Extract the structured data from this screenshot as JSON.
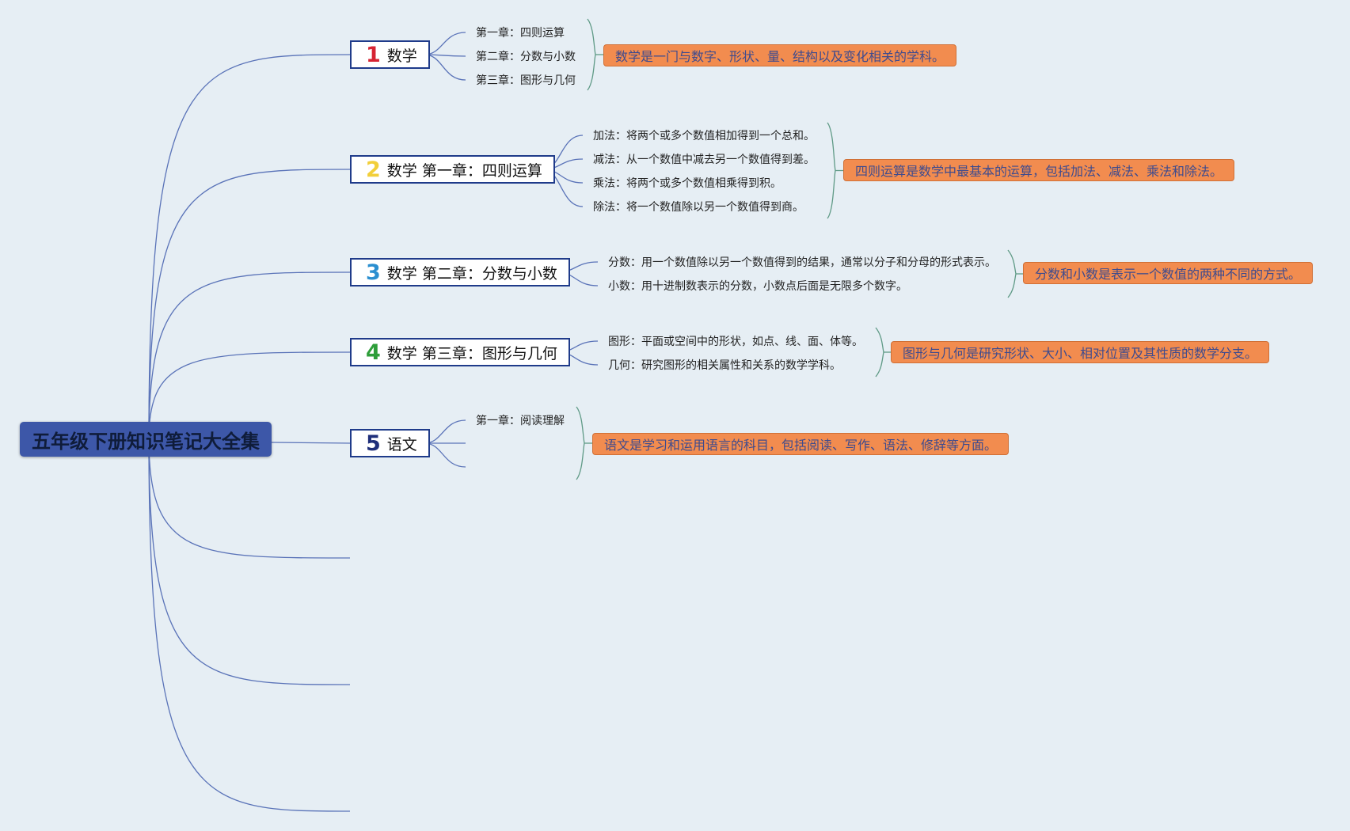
{
  "root": {
    "label": "五年级下册知识笔记大全集"
  },
  "colors": {
    "background": "#e6eef4",
    "root_fill": "#3d57a8",
    "topic_border": "#1f3b8a",
    "connector": "#5a73b8",
    "bracket": "#5f9a86",
    "summary_fill": "#f28c4f",
    "summary_text": "#3e4b8e",
    "num1": "#d62433",
    "num2": "#f2cf3a",
    "num3": "#2b8fd0",
    "num4": "#2e9e3a",
    "num5": "#1f2f7a"
  },
  "topics": [
    {
      "number": "1",
      "label": "数学",
      "leaves": [
        "第一章：四则运算",
        "第二章：分数与小数",
        "第三章：图形与几何"
      ],
      "summary": "数学是一门与数字、形状、量、结构以及变化相关的学科。"
    },
    {
      "number": "2",
      "label": "数学 第一章：四则运算",
      "leaves": [
        "加法：将两个或多个数值相加得到一个总和。",
        "减法：从一个数值中减去另一个数值得到差。",
        "乘法：将两个或多个数值相乘得到积。",
        "除法：将一个数值除以另一个数值得到商。"
      ],
      "summary": "四则运算是数学中最基本的运算，包括加法、减法、乘法和除法。"
    },
    {
      "number": "3",
      "label": "数学 第二章：分数与小数",
      "leaves": [
        "分数：用一个数值除以另一个数值得到的结果，通常以分子和分母的形式表示。",
        "小数：用十进制数表示的分数，小数点后面是无限多个数字。"
      ],
      "summary": "分数和小数是表示一个数值的两种不同的方式。"
    },
    {
      "number": "4",
      "label": "数学 第三章：图形与几何",
      "leaves": [
        "图形：平面或空间中的形状，如点、线、面、体等。",
        "几何：研究图形的相关属性和关系的数学学科。"
      ],
      "summary": "图形与几何是研究形状、大小、相对位置及其性质的数学分支。"
    },
    {
      "number": "5",
      "label": "语文",
      "leaves": [
        "第一章：阅读理解",
        "",
        ""
      ],
      "summary": "语文是学习和运用语言的科目，包括阅读、写作、语法、修辞等方面。"
    }
  ]
}
